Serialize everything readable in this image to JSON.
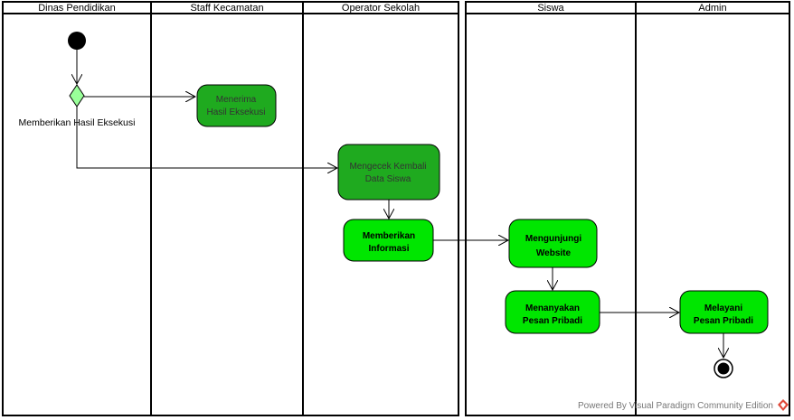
{
  "lanes": {
    "dinas": "Dinas Pendidikan",
    "staff": "Staff Kecamatan",
    "operator": "Operator Sekolah",
    "siswa": "Siswa",
    "admin": "Admin"
  },
  "nodes": {
    "menerima": [
      "Menerima",
      "Hasil Eksekusi"
    ],
    "mengecek": [
      "Mengecek Kembali",
      "Data Siswa"
    ],
    "memberikan": [
      "Memberikan",
      "Informasi"
    ],
    "mengunjungi": [
      "Mengunjungi",
      "Website"
    ],
    "menanyakan": [
      "Menanyakan",
      "Pesan Pribadi"
    ],
    "melayani": [
      "Melayani",
      "Pesan Pribadi"
    ]
  },
  "guard": "Memberikan Hasil Eksekusi",
  "footer": "Powered By Visual Paradigm Community Edition",
  "colors": {
    "dark_green": "#1faa1f",
    "bright_green": "#00e600",
    "line": "#000000"
  }
}
